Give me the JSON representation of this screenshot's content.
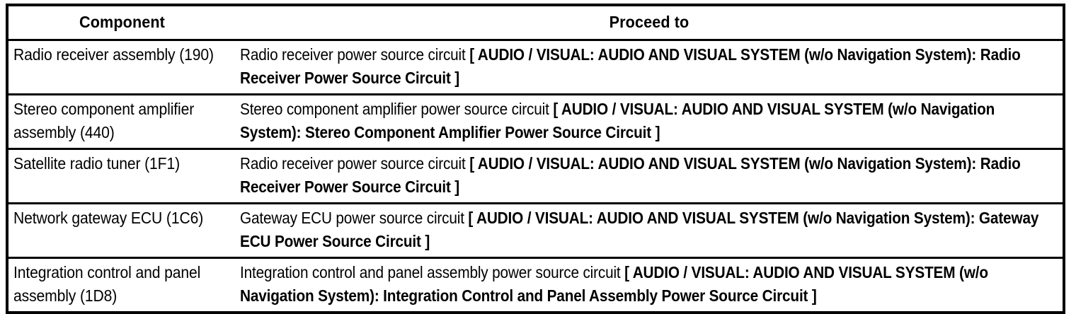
{
  "table": {
    "columns": [
      {
        "key": "component",
        "label": "Component"
      },
      {
        "key": "proceed_to",
        "label": "Proceed to"
      }
    ],
    "rows": [
      {
        "component": "Radio receiver assembly (190)",
        "proceed_plain": "Radio receiver power source circuit ",
        "proceed_ref": "[ AUDIO / VISUAL: AUDIO AND VISUAL SYSTEM (w/o Navigation System): Radio Receiver Power Source Circuit ]"
      },
      {
        "component": "Stereo component amplifier assembly (440)",
        "proceed_plain": "Stereo component amplifier power source circuit ",
        "proceed_ref": "[ AUDIO / VISUAL: AUDIO AND VISUAL SYSTEM (w/o Navigation System): Stereo Component Amplifier Power Source Circuit ]"
      },
      {
        "component": "Satellite radio tuner (1F1)",
        "proceed_plain": "Radio receiver power source circuit ",
        "proceed_ref": "[ AUDIO / VISUAL: AUDIO AND VISUAL SYSTEM (w/o Navigation System): Radio Receiver Power Source Circuit ]"
      },
      {
        "component": "Network gateway ECU (1C6)",
        "proceed_plain": "Gateway ECU power source circuit ",
        "proceed_ref": "[ AUDIO / VISUAL: AUDIO AND VISUAL SYSTEM (w/o Navigation System): Gateway ECU Power Source Circuit ]"
      },
      {
        "component": "Integration control and panel assembly (1D8)",
        "proceed_plain": "Integration control and panel assembly power source circuit ",
        "proceed_ref": "[ AUDIO / VISUAL: AUDIO AND VISUAL SYSTEM (w/o Navigation System): Integration Control and Panel Assembly Power Source Circuit ]"
      }
    ]
  },
  "style": {
    "border_color": "#000000",
    "text_color": "#000000",
    "background": "#ffffff"
  }
}
